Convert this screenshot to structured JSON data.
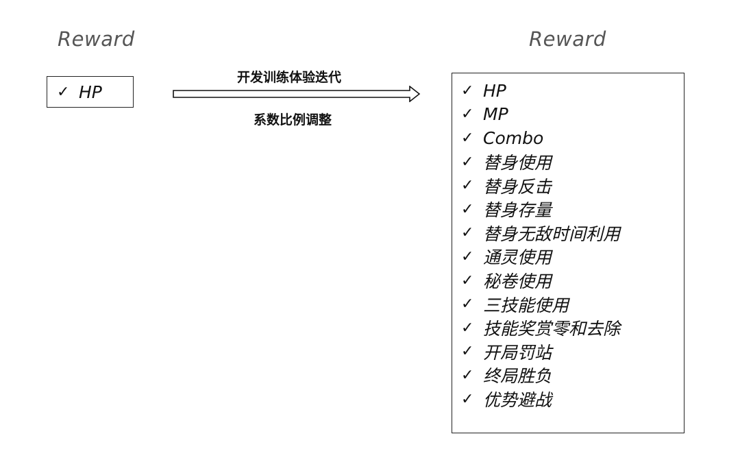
{
  "left": {
    "title": "Reward",
    "items": [
      {
        "check": "✓",
        "label": "HP"
      }
    ]
  },
  "right": {
    "title": "Reward",
    "items": [
      {
        "check": "✓",
        "label": "HP"
      },
      {
        "check": "✓",
        "label": "MP"
      },
      {
        "check": "✓",
        "label": "Combo"
      },
      {
        "check": "✓",
        "label": "替身使用"
      },
      {
        "check": "✓",
        "label": "替身反击"
      },
      {
        "check": "✓",
        "label": "替身存量"
      },
      {
        "check": "✓",
        "label": "替身无敌时间利用"
      },
      {
        "check": "✓",
        "label": "通灵使用"
      },
      {
        "check": "✓",
        "label": "秘卷使用"
      },
      {
        "check": "✓",
        "label": "三技能使用"
      },
      {
        "check": "✓",
        "label": "技能奖赏零和去除"
      },
      {
        "check": "✓",
        "label": "开局罚站"
      },
      {
        "check": "✓",
        "label": "终局胜负"
      },
      {
        "check": "✓",
        "label": "优势避战"
      }
    ]
  },
  "arrow": {
    "top_caption": "开发训练体验迭代",
    "bottom_caption": "系数比例调整"
  }
}
